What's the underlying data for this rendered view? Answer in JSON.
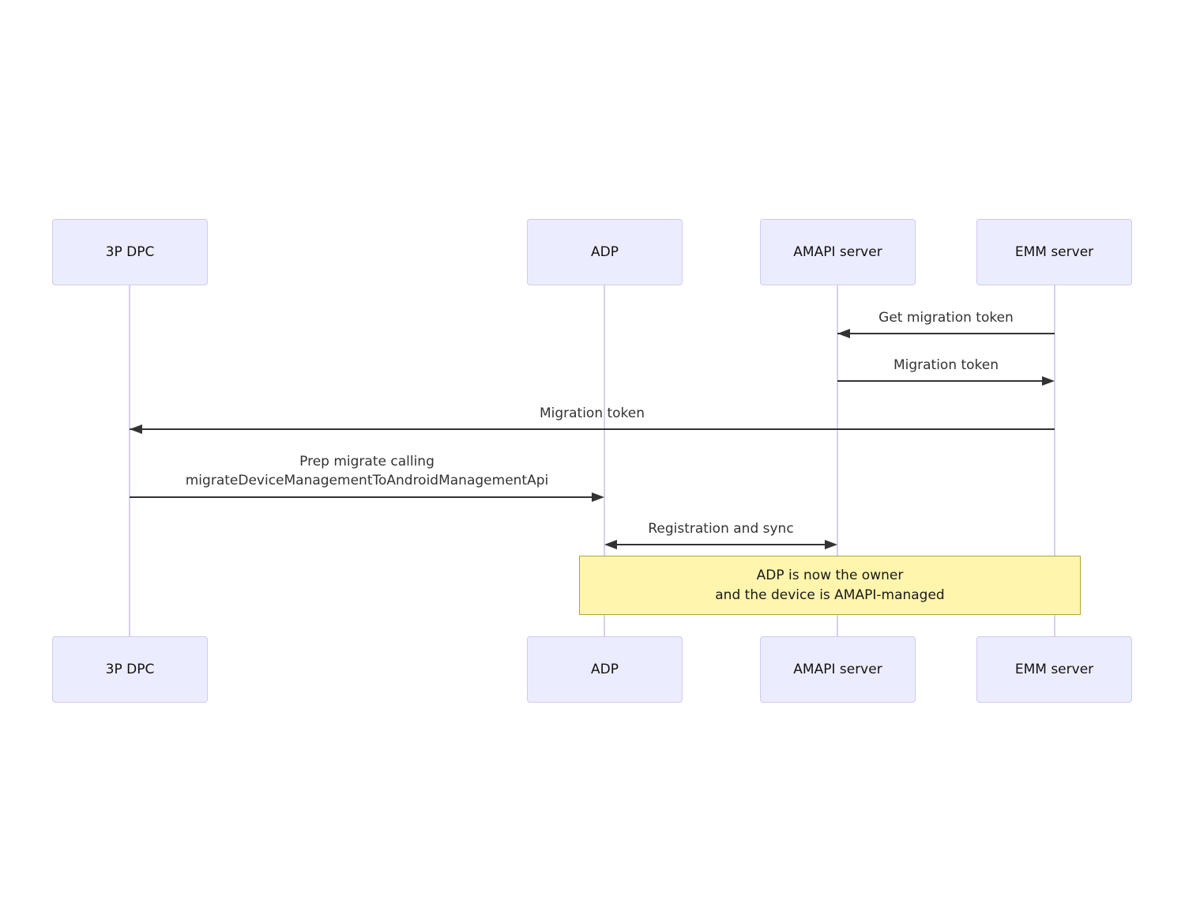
{
  "diagram": {
    "type": "sequence-diagram",
    "actors": [
      {
        "label": "3P DPC"
      },
      {
        "label": "ADP"
      },
      {
        "label": "AMAPI server"
      },
      {
        "label": "EMM server"
      }
    ],
    "messages": [
      {
        "label": "Get migration token",
        "from": "EMM server",
        "to": "AMAPI server",
        "direction": "left"
      },
      {
        "label": "Migration token",
        "from": "AMAPI server",
        "to": "EMM server",
        "direction": "right"
      },
      {
        "label": "Migration token",
        "from": "EMM server",
        "to": "3P DPC",
        "direction": "left"
      },
      {
        "lines": [
          "Prep migrate calling",
          "migrateDeviceManagementToAndroidManagementApi"
        ],
        "from": "3P DPC",
        "to": "ADP",
        "direction": "right"
      },
      {
        "label": "Registration and sync",
        "from": "ADP",
        "to": "AMAPI server",
        "direction": "both"
      }
    ],
    "note": {
      "line1": "ADP is now the owner",
      "line2": "and the device is AMAPI-managed",
      "over": "ADP, EMM server"
    },
    "colors": {
      "actor_fill": "#ECECFF",
      "actor_border": "#CFCBEE",
      "lifeline": "#D8CFEE",
      "arrow": "#333333",
      "note_fill": "#FFF5AD",
      "note_border": "#AAAA33"
    }
  }
}
